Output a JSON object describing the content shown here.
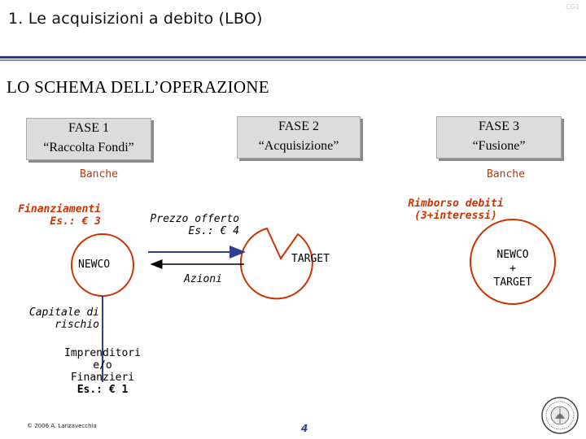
{
  "header": {
    "title": "1. Le acquisizioni a debito (LBO)",
    "corner_code": "CG1",
    "subtitle": "LO SCHEMA DELL’OPERAZIONE"
  },
  "phases": [
    {
      "name": "FASE 1",
      "desc": "“Raccolta Fondi”"
    },
    {
      "name": "FASE 2",
      "desc": "“Acquisizione”"
    },
    {
      "name": "FASE 3",
      "desc": "“Fusione”"
    }
  ],
  "diagram": {
    "banche_left": "Banche",
    "banche_right": "Banche",
    "finanziamenti_line1": "Finanziamenti",
    "finanziamenti_line2": "Es.: € 3",
    "prezzo_line1": "Prezzo offerto",
    "prezzo_line2": "Es.: € 4",
    "rimborso_line1": "Rimborso debiti",
    "rimborso_line2": "(3+interessi)",
    "newco": "NEWCO",
    "target": "TARGET",
    "azioni": "Azioni",
    "merged_line1": "NEWCO",
    "merged_line2": "+",
    "merged_line3": "TARGET",
    "capitale_line1": "Capitale di",
    "capitale_line2": "rischio",
    "imprenditori_line1": "Imprenditori",
    "imprenditori_line2": "e/o",
    "imprenditori_line3": "Finanzieri",
    "imprenditori_line4": "Es.: € 1"
  },
  "footer": {
    "copyright": "© 2006 A. Lanzavecchia",
    "page_number": "4"
  },
  "colors": {
    "accent_red": "#cc3300",
    "rule_blue": "#2f3e8f",
    "arrow_blue": "#2f3e8f",
    "box_gray": "#dcdcdc"
  }
}
